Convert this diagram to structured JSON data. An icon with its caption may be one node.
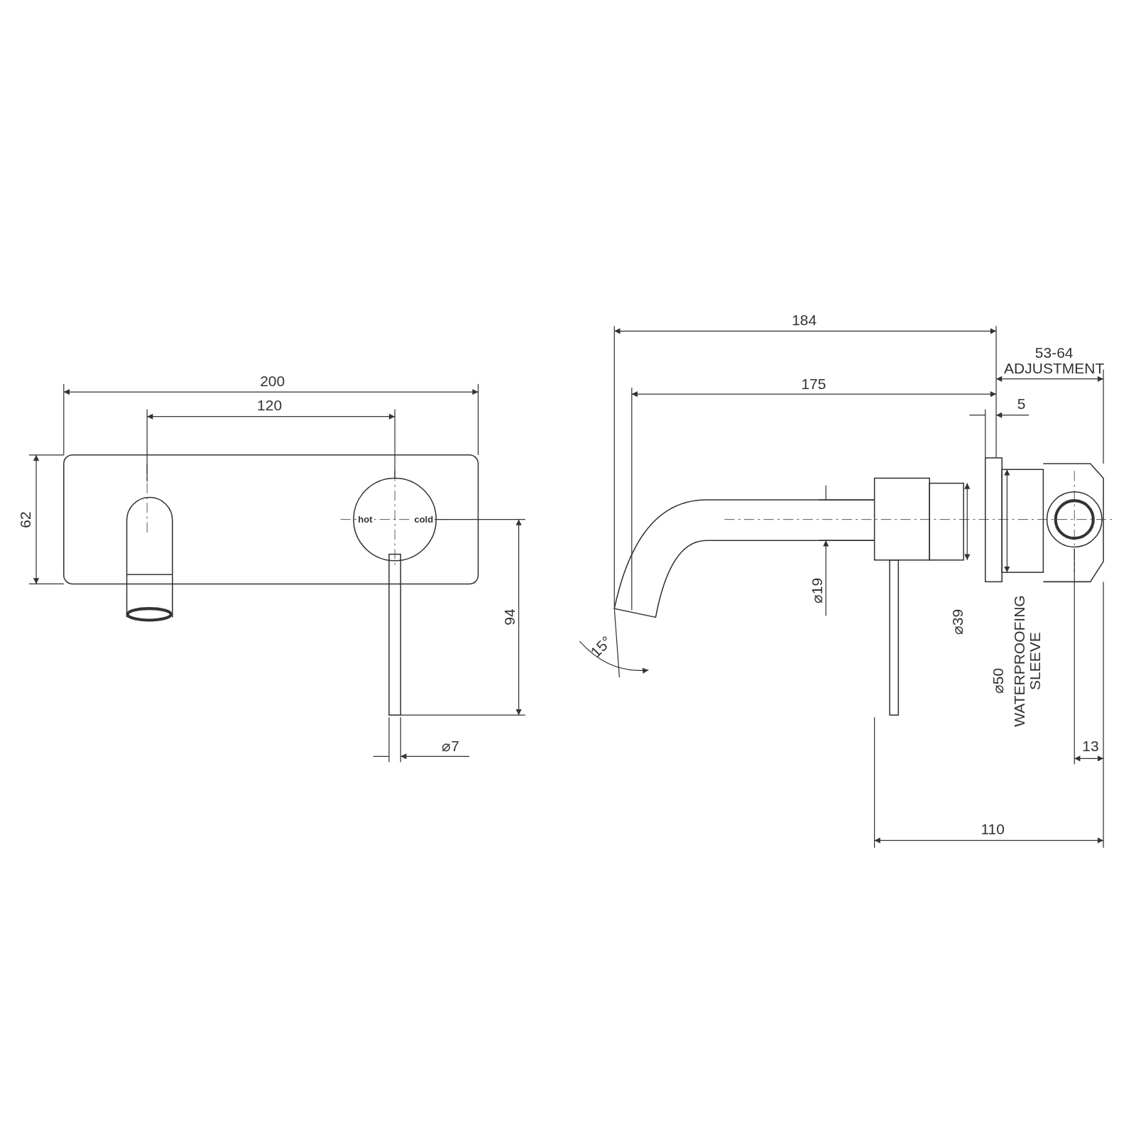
{
  "diagram": {
    "labels": [
      "184",
      "53-64 ADJUSTMENT",
      "200",
      "175",
      "120",
      "5",
      "62",
      "hot",
      "cold",
      "⌀19",
      "⌀39",
      "⌀50",
      "WATERPROOFING SLEEVE",
      "94",
      "15°",
      "⌀7",
      "13",
      "110"
    ]
  }
}
